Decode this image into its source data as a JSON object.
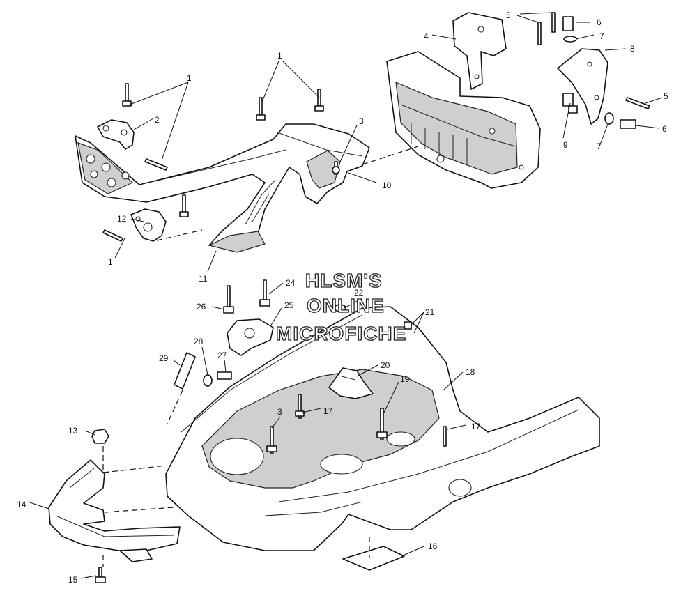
{
  "watermark": [
    "HLSM'S",
    "ONLINE",
    "MICROFICHE"
  ],
  "callouts": {
    "c1a": "1",
    "c1b": "1",
    "c1c": "1",
    "c2": "2",
    "c3a": "3",
    "c3b": "3",
    "c4": "4",
    "c5a": "5",
    "c5b": "5",
    "c6a": "6",
    "c6b": "6",
    "c7a": "7",
    "c7b": "7",
    "c8": "8",
    "c9": "9",
    "c10": "10",
    "c11": "11",
    "c12": "12",
    "c13": "13",
    "c14": "14",
    "c15": "15",
    "c16": "16",
    "c17a": "17",
    "c17b": "17",
    "c18": "18",
    "c19": "19",
    "c20": "20",
    "c21": "21",
    "c22": "22",
    "c24": "24",
    "c25": "25",
    "c26": "26",
    "c27": "27",
    "c28": "28",
    "c29": "29"
  }
}
